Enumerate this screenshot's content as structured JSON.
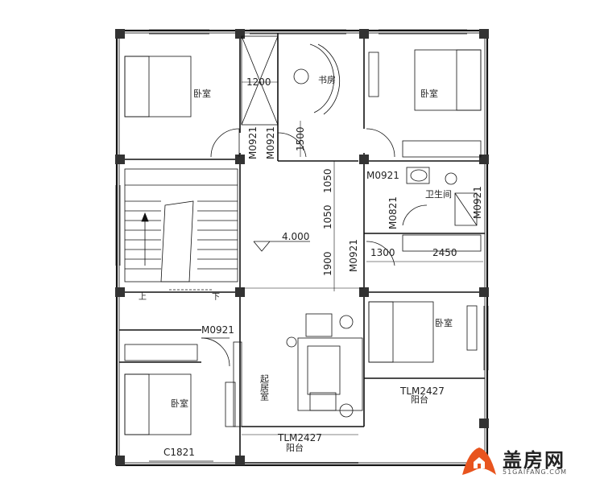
{
  "rooms": {
    "bedroom": "卧室",
    "study": "书房",
    "bathroom": "卫生间",
    "living": "起居室",
    "balcony": "阳台"
  },
  "doors": {
    "m0921": "M0921",
    "m0821": "M0821",
    "c1821": "C1821",
    "tlm2427": "TLM2427"
  },
  "dimensions": {
    "d1200": "1200",
    "d1500": "1500",
    "d1050": "1050",
    "d1900": "1900",
    "d1300": "1300",
    "d2450": "2450"
  },
  "elevation": "4.000",
  "stairs": {
    "up": "上",
    "down": "下"
  },
  "logo": {
    "brand": "盖房网",
    "site": "51GAIFANG.COM"
  },
  "colors": {
    "line": "#111111",
    "column": "#333333",
    "logo_orange": "#e8541e"
  }
}
